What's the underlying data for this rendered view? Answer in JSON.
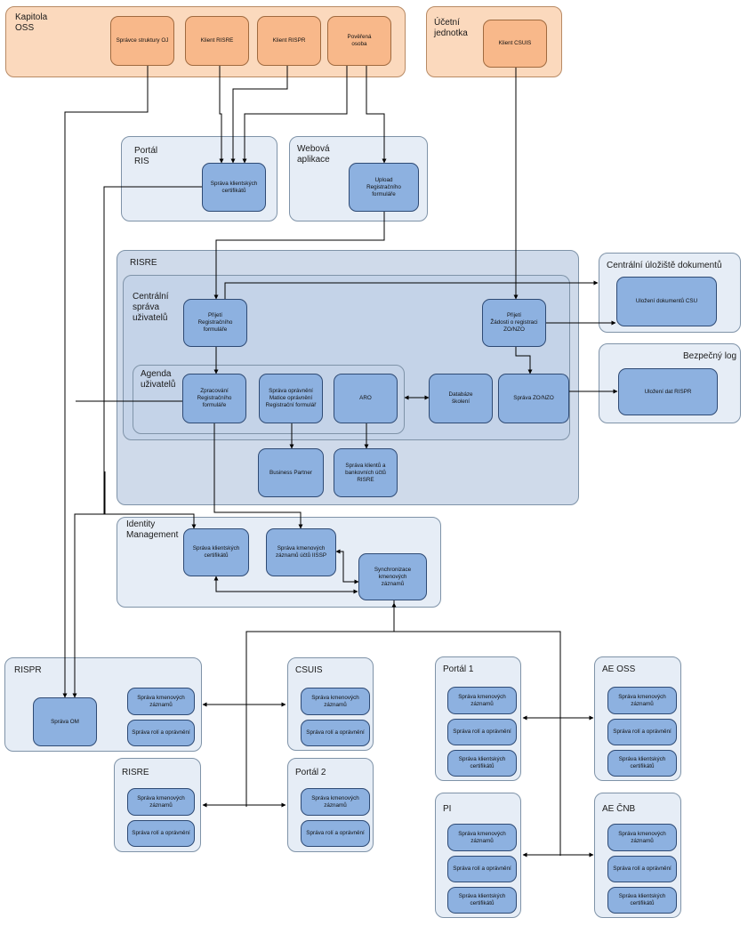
{
  "groups": {
    "kapitola": "Kapitola\nOSS",
    "ucetni": "Účetní\njednotka",
    "portal_ris": "Portál\nRIS",
    "webova": "Webová\naplikace",
    "risre": "RISRE",
    "centralni_sprava": "Centrální\nspráva\nuživatelů",
    "agenda": "Agenda\nuživatelů",
    "csu": "Centrální úložiště dokumentů",
    "bezpecny_log": "Bezpečný log",
    "identity": "Identity\nManagement",
    "rispr": "RISPR",
    "csuis": "CSUIS",
    "risre_b": "RISRE",
    "portal2": "Portál 2",
    "portal1": "Portál 1",
    "ae_oss": "AE OSS",
    "pi": "PI",
    "ae_cnb": "AE ČNB"
  },
  "boxes": {
    "spravce_oj": "Správce struktury OJ",
    "klient_risre": "Klient RISRE",
    "klient_rispr": "Klient RISPR",
    "poverena": "Pověřená\nosoba",
    "klient_csuis": "Klient CSUIS",
    "sprava_cert_ris": "Správa klientských\ncertifikátů",
    "upload": "Upload\nRegistračního\nformuláře",
    "prijeti_reg": "Přijetí\nRegistračního\nformuláře",
    "prijeti_zadosti": "Přijetí\nŽádosti o registraci\nZO/NZO",
    "ulozeni_csu": "Uložení dokumentů CSU",
    "ulozeni_rispr": "Uložení dat RISPR",
    "zpracovani": "Zpracování\nRegistračního\nformuláře",
    "sprava_opravneni": "Správa oprávnění\nMatice oprávnění\nRegistrační formulář",
    "aro": "ARO",
    "databaze": "Databáze\nškolení",
    "sprava_zo": "Správa ZO/NZO",
    "business": "Business Partner",
    "sprava_klientu": "Správa klientů a\nbankovních účtů\nRISRE",
    "idm_cert": "Správa klientských\ncertifikátů",
    "idm_kmen": "Správa kmenových\nzáznamů účtů IISSP",
    "synchronizace": "Synchronizace\nkmenových\nzáznamů",
    "sprava_om": "Správa OM",
    "kmen": "Správa kmenových\nzáznamů",
    "roli": "Správa rolí a oprávnění",
    "cert": "Správa klientských\ncertifikátů"
  }
}
